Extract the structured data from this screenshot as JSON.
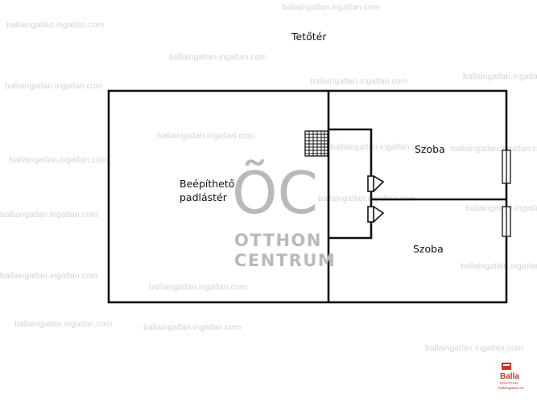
{
  "floor_title": "Tetőtér",
  "rooms": {
    "attic_line1": "Beépíthető",
    "attic_line2": "padlástér",
    "room_top": "Szoba",
    "room_bottom": "Szoba"
  },
  "watermark_text": "ballaingatlan.ingatlan.com",
  "logo": {
    "monogram": "ÕC",
    "line1": "OTTHON",
    "line2": "CENTRUM"
  },
  "agency": {
    "name": "Balla",
    "tagline": "INGATLAN",
    "url": "ballaingatlan.hu",
    "color": "#c0392b"
  }
}
